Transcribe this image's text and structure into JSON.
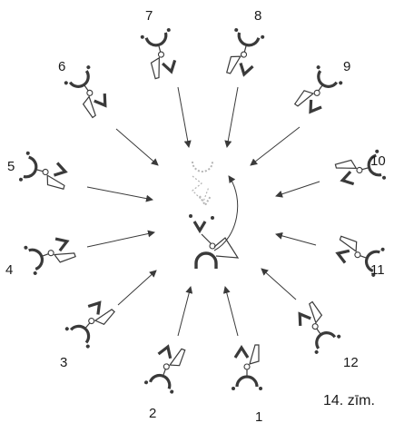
{
  "figure": {
    "caption": "14. zīm.",
    "positions": [
      {
        "label": "1"
      },
      {
        "label": "2"
      },
      {
        "label": "3"
      },
      {
        "label": "4"
      },
      {
        "label": "5"
      },
      {
        "label": "6"
      },
      {
        "label": "7"
      },
      {
        "label": "8"
      },
      {
        "label": "9"
      },
      {
        "label": "10"
      },
      {
        "label": "11"
      },
      {
        "label": "12"
      }
    ],
    "colors": {
      "ink": "#3a3a3a",
      "ghost": "#b5b5b5",
      "background": "#ffffff"
    }
  }
}
